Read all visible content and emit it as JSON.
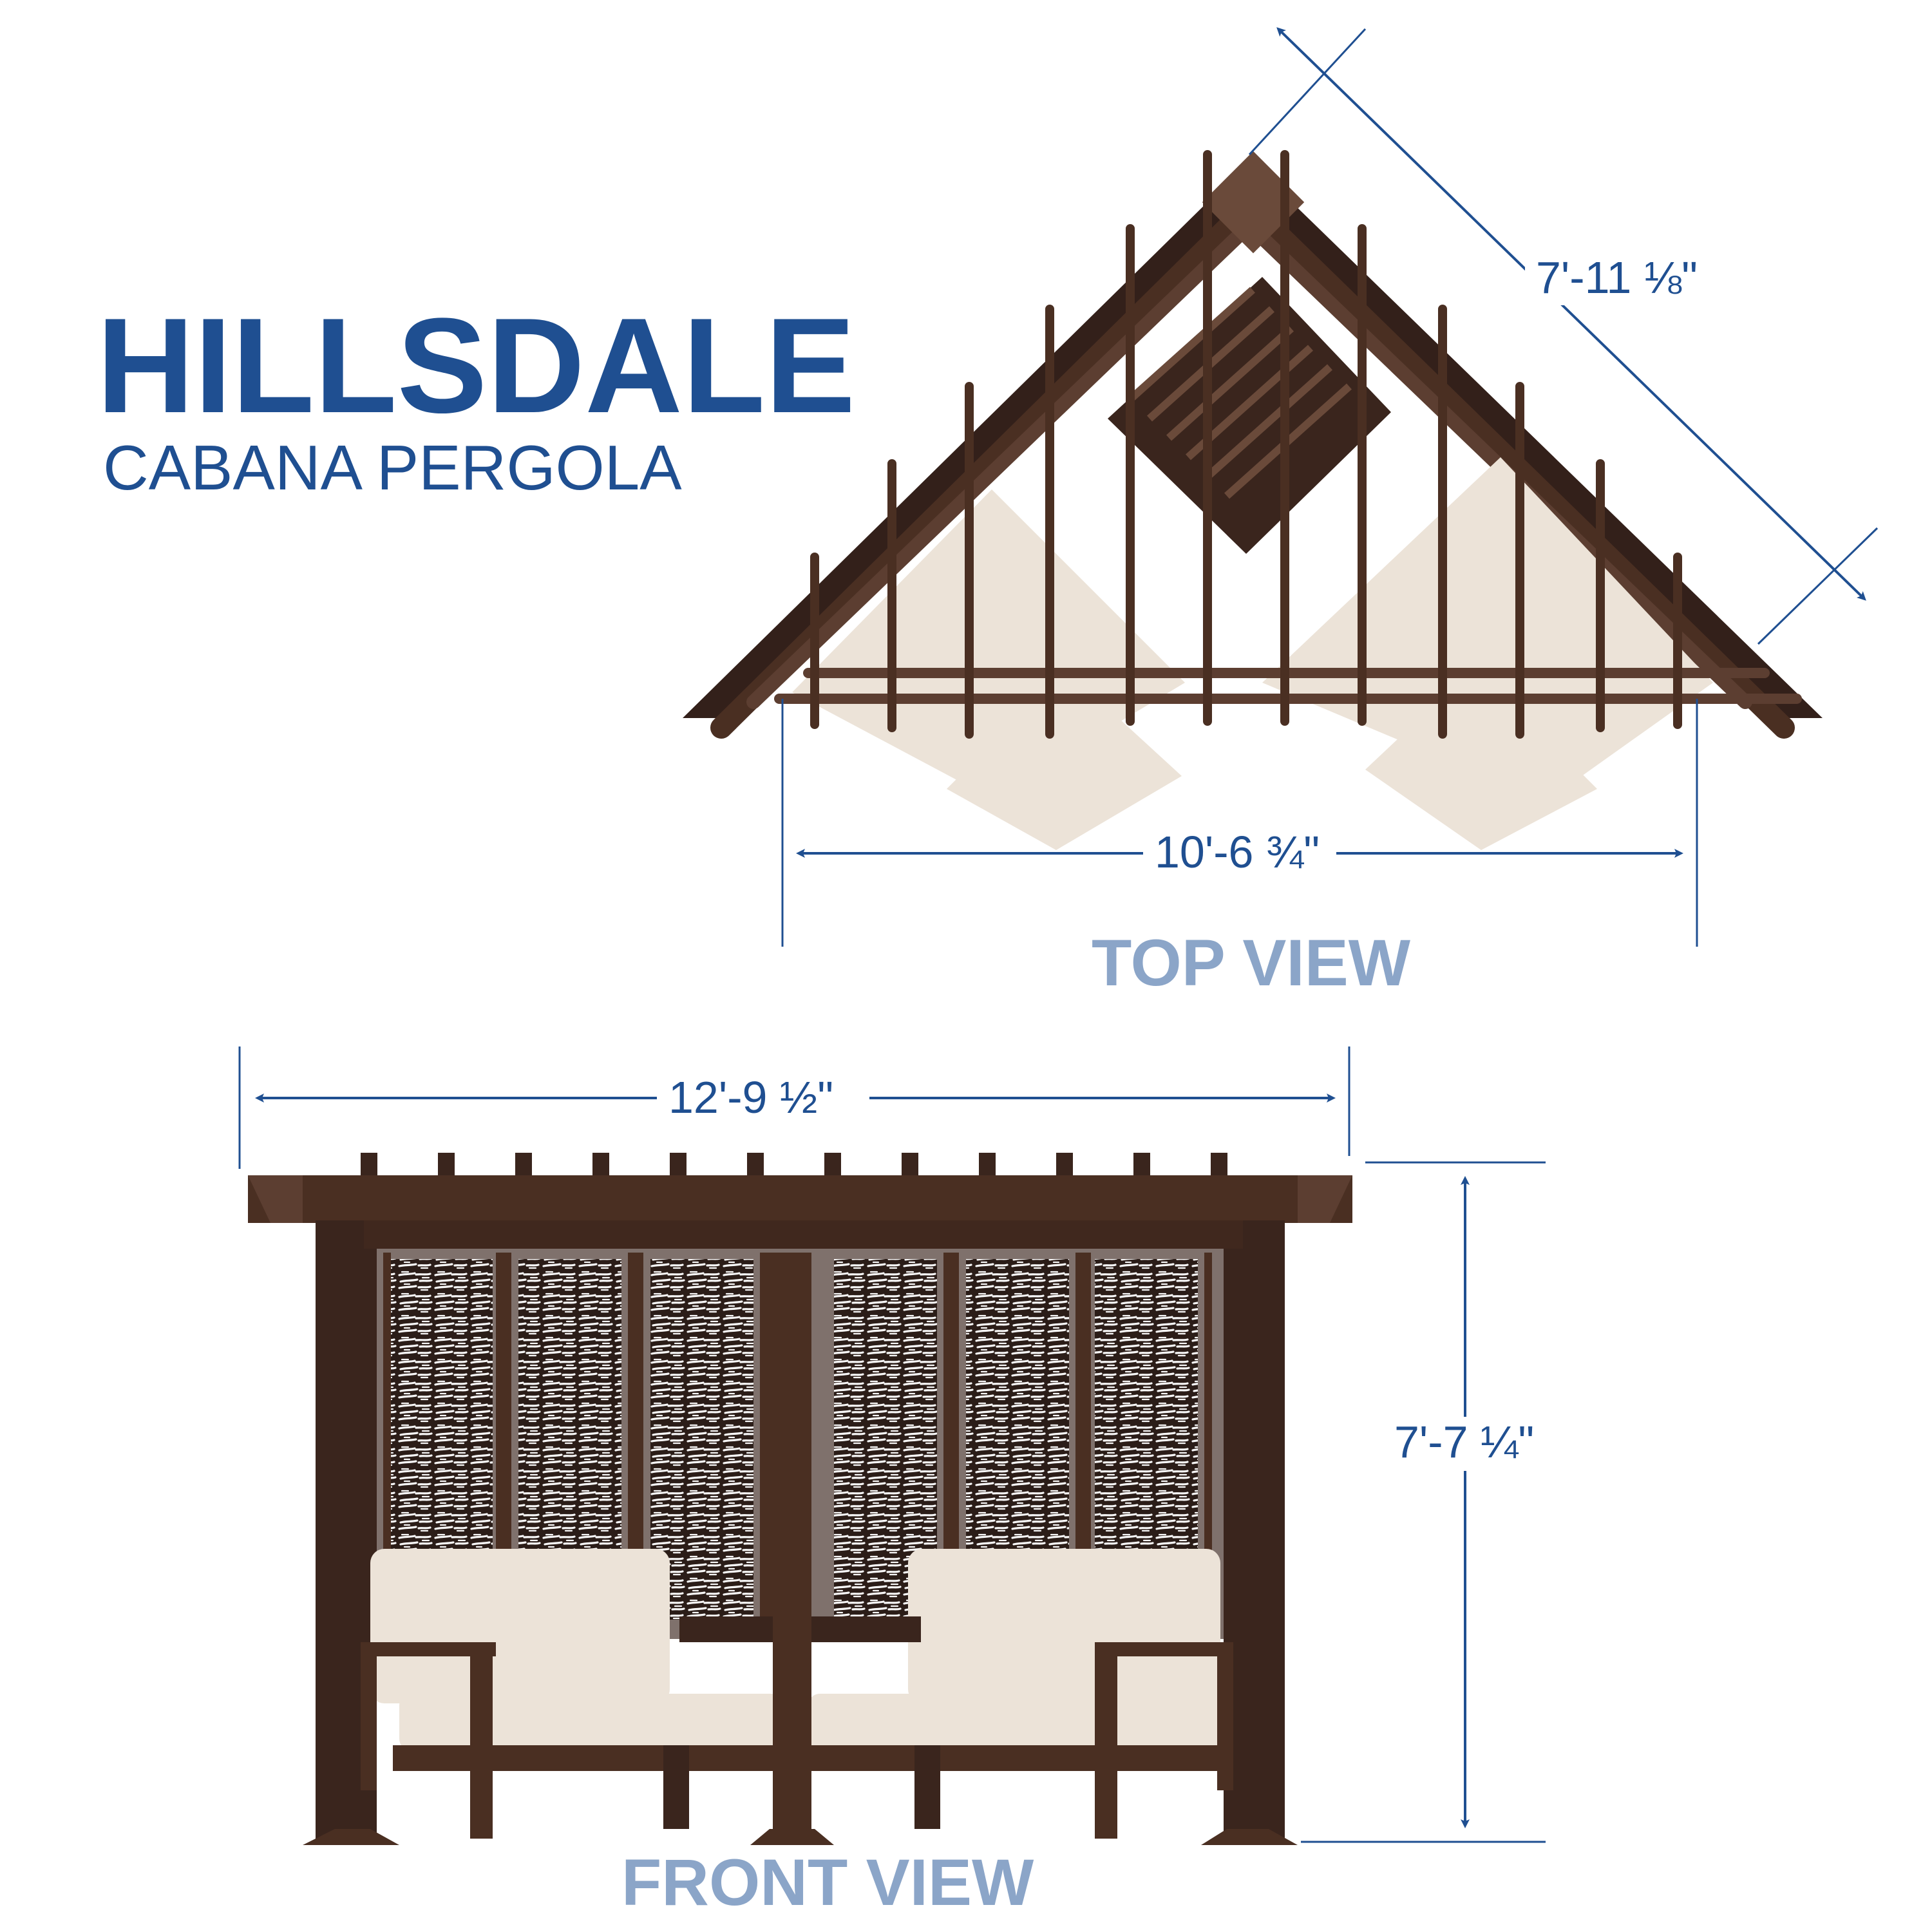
{
  "brand": {
    "title": "HILLSDALE",
    "subtitle": "CABANA PERGOLA"
  },
  "top_view": {
    "label": "TOP VIEW",
    "diagonal_dimension": "7'-11 ⅛\"",
    "width_dimension": "10'-6 ¾\""
  },
  "front_view": {
    "label": "FRONT VIEW",
    "width_dimension": "12'-9 ½\"",
    "height_dimension": "7'-7 ¼\""
  },
  "colors": {
    "title_blue": "#1f4f91",
    "label_light_blue": "#8ba5c8",
    "dimension_blue": "#1f4f91",
    "wood": "#4a2f22",
    "wood_dark": "#33201a",
    "wood_light": "#6a4a3a",
    "cushion": "#ece3d8",
    "cushion_shadow": "#d6cabc"
  }
}
